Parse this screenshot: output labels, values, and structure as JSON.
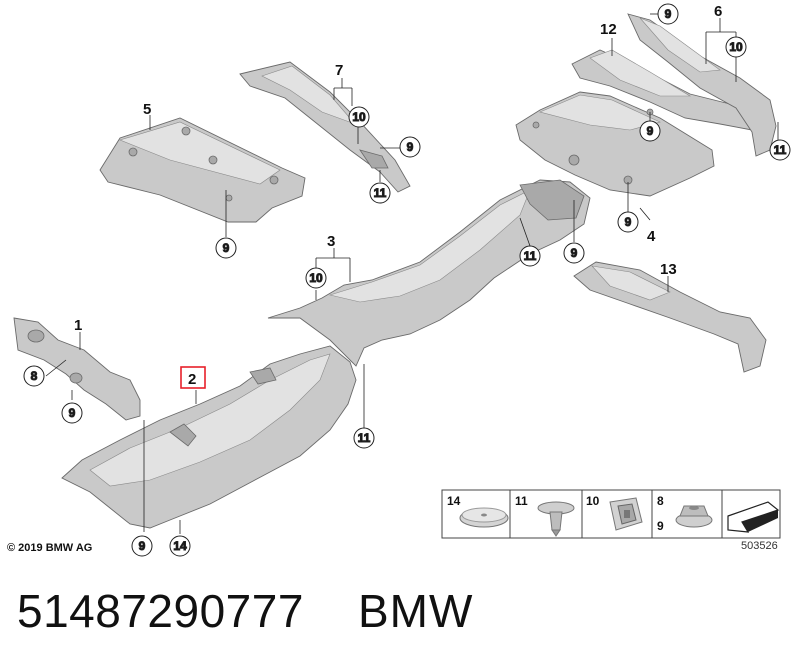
{
  "diagram": {
    "callouts": {
      "c1": "1",
      "c2": "2",
      "c3": "3",
      "c4": "4",
      "c5": "5",
      "c6": "6",
      "c7": "7",
      "c12": "12",
      "c13": "13"
    },
    "circled": {
      "n8": "8",
      "n9a": "9",
      "n9b": "9",
      "n9c": "9",
      "n9d": "9",
      "n9e": "9",
      "n9f": "9",
      "n9g": "9",
      "n9h": "9",
      "n10a": "10",
      "n10b": "10",
      "n10c": "10",
      "n11a": "11",
      "n11b": "11",
      "n11c": "11",
      "n11d": "11",
      "n14": "14"
    },
    "legend": {
      "l14": "14",
      "l11": "11",
      "l10": "10",
      "l8": "8",
      "l9": "9"
    },
    "highlight_color": "#e8202a"
  },
  "footer": {
    "copyright": "© 2019 BMW AG",
    "doc_number": "503526",
    "part_number": "51487290777",
    "brand": "BMW"
  }
}
